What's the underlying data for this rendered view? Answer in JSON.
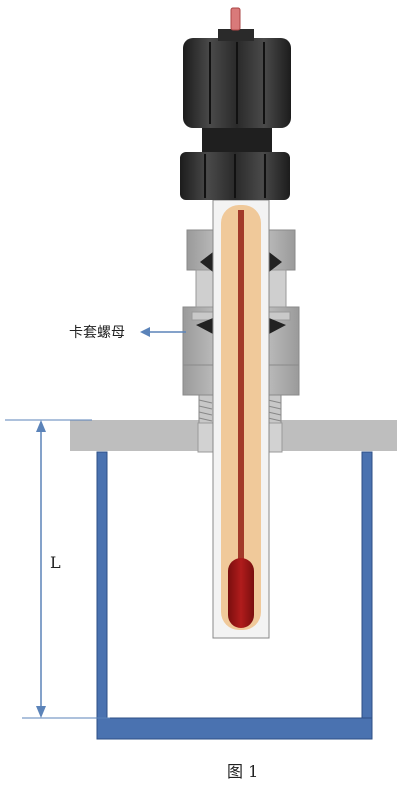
{
  "labels": {
    "ferrule_nut": "卡套螺母",
    "length": "L",
    "caption": "图 1"
  },
  "colors": {
    "tank": "#4a72b0",
    "plate": "#bebebe",
    "fitting": "#b9b9b9",
    "nut_dark": "#2e2e2e",
    "sheath": "#f3f3f3",
    "tube": "#f0c99a",
    "bulb": "#9b1414",
    "dimension": "#5b83b9"
  }
}
